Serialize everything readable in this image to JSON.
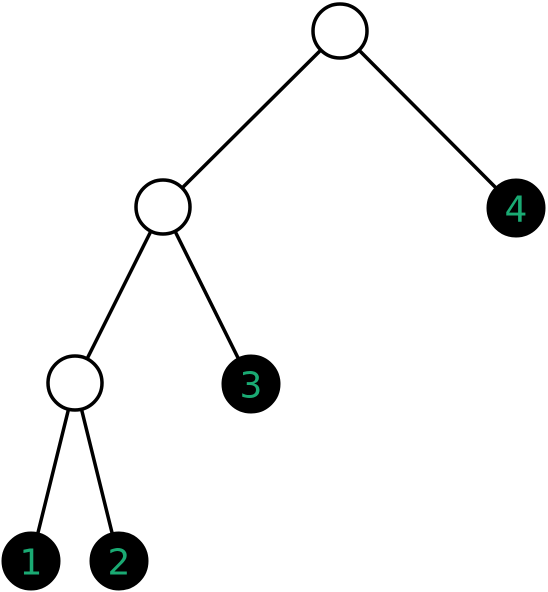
{
  "tree": {
    "nodes": [
      {
        "id": "root",
        "type": "internal"
      },
      {
        "id": "n1",
        "type": "internal"
      },
      {
        "id": "n2",
        "type": "internal"
      },
      {
        "id": "leaf1",
        "type": "leaf",
        "label": "1"
      },
      {
        "id": "leaf2",
        "type": "leaf",
        "label": "2"
      },
      {
        "id": "leaf3",
        "type": "leaf",
        "label": "3"
      },
      {
        "id": "leaf4",
        "type": "leaf",
        "label": "4"
      }
    ],
    "edges": [
      {
        "from": "root",
        "to": "n1"
      },
      {
        "from": "root",
        "to": "leaf4"
      },
      {
        "from": "n1",
        "to": "n2"
      },
      {
        "from": "n1",
        "to": "leaf3"
      },
      {
        "from": "n2",
        "to": "leaf1"
      },
      {
        "from": "n2",
        "to": "leaf2"
      }
    ]
  },
  "colors": {
    "leaf_fill": "#000000",
    "leaf_label": "#1aaa73",
    "internal_fill": "#ffffff",
    "edge": "#000000"
  }
}
